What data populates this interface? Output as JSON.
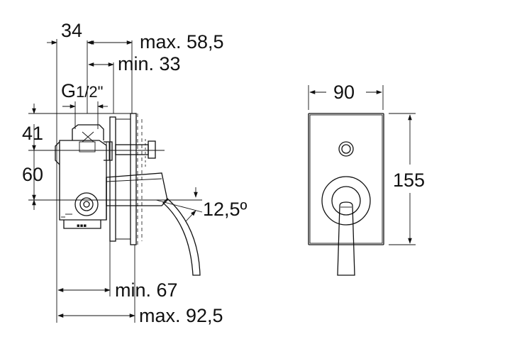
{
  "dimensions": {
    "side_width_34": "34",
    "max_depth": "max. 58,5",
    "min_depth": "min. 33",
    "thread_size_base": "G",
    "thread_size_fraction": "1/2\"",
    "height_upper": "41",
    "height_lower": "60",
    "lever_angle": "12,5º",
    "min_projection": "min. 67",
    "max_projection": "max. 92,5",
    "plate_width": "90",
    "plate_height": "155"
  }
}
